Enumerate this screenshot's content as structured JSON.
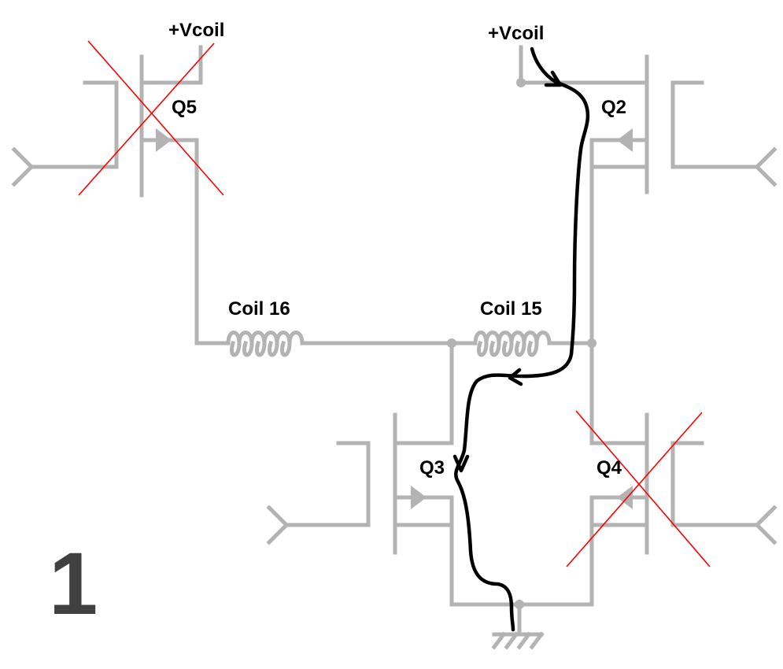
{
  "labels": {
    "vcoil_left": "+Vcoil",
    "vcoil_right": "+Vcoil",
    "q5": "Q5",
    "q2": "Q2",
    "q3": "Q3",
    "q4": "Q4",
    "coil16": "Coil 16",
    "coil15": "Coil 15",
    "panel_number": "1"
  },
  "colors": {
    "wire": "#b3b3b3",
    "current_path": "#000000",
    "disabled_mark": "#ff0000",
    "panel_number": "#404040"
  },
  "state": {
    "disabled_transistors": [
      "Q5",
      "Q4"
    ],
    "conducting_transistors": [
      "Q2",
      "Q3"
    ]
  }
}
